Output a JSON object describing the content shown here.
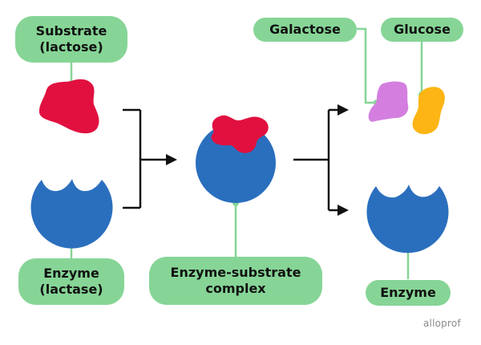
{
  "labels": {
    "substrate": [
      "Substrate",
      "(lactose)"
    ],
    "enzyme_left": [
      "Enzyme",
      "(lactase)"
    ],
    "complex": [
      "Enzyme-substrate",
      "complex"
    ],
    "galactose": "Galactose",
    "glucose": "Glucose",
    "enzyme_right": "Enzyme"
  },
  "brand": "alloprof",
  "colors": {
    "label_bg": "#86d596",
    "connector": "#86d596",
    "substrate": "#e1103f",
    "enzyme": "#2a6fbe",
    "galactose": "#d47fe0",
    "glucose": "#fdb515",
    "arrow": "#111111"
  }
}
